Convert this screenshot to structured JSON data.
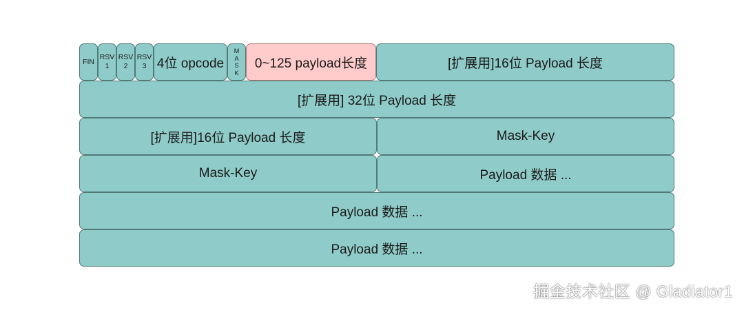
{
  "diagram": {
    "row1": {
      "fin": "FIN",
      "rsv1": [
        "RSV",
        "1"
      ],
      "rsv2": [
        "RSV",
        "2"
      ],
      "rsv3": [
        "RSV",
        "3"
      ],
      "opcode": "4位 opcode",
      "mask": [
        "M",
        "A",
        "S",
        "K"
      ],
      "payload_len": "0~125 payload长度",
      "ext_len16": "[扩展用]16位 Payload 长度"
    },
    "row2": {
      "ext_len32": "[扩展用] 32位 Payload 长度"
    },
    "row3": {
      "ext_len16": "[扩展用]16位 Payload 长度",
      "mask_key": "Mask-Key"
    },
    "row4": {
      "mask_key": "Mask-Key",
      "payload": "Payload 数据 ..."
    },
    "row5": {
      "payload": "Payload 数据 ..."
    },
    "row6": {
      "payload": "Payload 数据 ..."
    }
  },
  "colors": {
    "field": "#8ecbc9",
    "highlight": "#ffcccb",
    "border": "#4f7a78"
  },
  "watermark": "掘金技术社区 @ Gladiator1"
}
